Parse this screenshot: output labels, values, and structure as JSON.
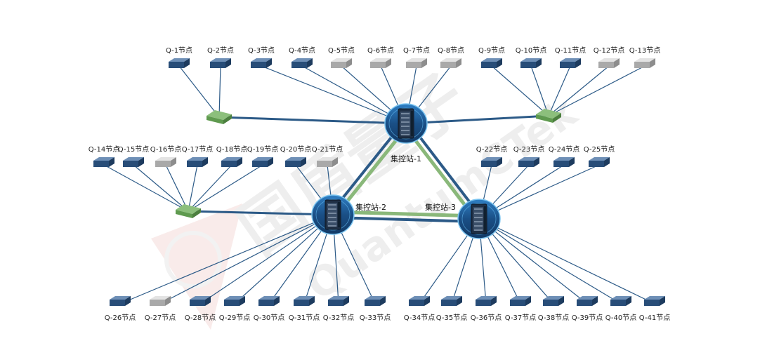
{
  "colors": {
    "blue_link": "#2c5a87",
    "green_link": "#8ab87a",
    "node_blue_top": "#6e8fb6",
    "node_blue_side": "#284d78",
    "node_gray_top": "#e3e3e3",
    "node_gray_side": "#a9a9a9",
    "switch_green": "#8cbf7c",
    "server_body": "#1f2f44",
    "server_glow": "#3fa3e6"
  },
  "stations": [
    {
      "id": "S1",
      "label": "集控站-1"
    },
    {
      "id": "S2",
      "label": "集控站-2"
    },
    {
      "id": "S3",
      "label": "集控站-3"
    }
  ],
  "switches": [
    {
      "id": "SW1"
    },
    {
      "id": "SW2"
    },
    {
      "id": "SW3"
    }
  ],
  "nodes": [
    {
      "label": "Q-1节点",
      "variant": "blue",
      "parent": "SW1"
    },
    {
      "label": "Q-2节点",
      "variant": "blue",
      "parent": "SW1"
    },
    {
      "label": "Q-3节点",
      "variant": "blue",
      "parent": "S1"
    },
    {
      "label": "Q-4节点",
      "variant": "blue",
      "parent": "S1"
    },
    {
      "label": "Q-5节点",
      "variant": "gray",
      "parent": "S1"
    },
    {
      "label": "Q-6节点",
      "variant": "gray",
      "parent": "S1"
    },
    {
      "label": "Q-7节点",
      "variant": "gray",
      "parent": "S1"
    },
    {
      "label": "Q-8节点",
      "variant": "gray",
      "parent": "S1"
    },
    {
      "label": "Q-9节点",
      "variant": "blue",
      "parent": "SW2"
    },
    {
      "label": "Q-10节点",
      "variant": "blue",
      "parent": "SW2"
    },
    {
      "label": "Q-11节点",
      "variant": "blue",
      "parent": "SW2"
    },
    {
      "label": "Q-12节点",
      "variant": "gray",
      "parent": "SW2"
    },
    {
      "label": "Q-13节点",
      "variant": "gray",
      "parent": "SW2"
    },
    {
      "label": "Q-14节点",
      "variant": "blue",
      "parent": "SW3"
    },
    {
      "label": "Q-15节点",
      "variant": "blue",
      "parent": "SW3"
    },
    {
      "label": "Q-16节点",
      "variant": "gray",
      "parent": "SW3"
    },
    {
      "label": "Q-17节点",
      "variant": "blue",
      "parent": "SW3"
    },
    {
      "label": "Q-18节点",
      "variant": "blue",
      "parent": "SW3"
    },
    {
      "label": "Q-19节点",
      "variant": "blue",
      "parent": "SW3"
    },
    {
      "label": "Q-20节点",
      "variant": "blue",
      "parent": "S2"
    },
    {
      "label": "Q-21节点",
      "variant": "gray",
      "parent": "S2"
    },
    {
      "label": "Q-22节点",
      "variant": "blue",
      "parent": "S3"
    },
    {
      "label": "Q-23节点",
      "variant": "blue",
      "parent": "S3"
    },
    {
      "label": "Q-24节点",
      "variant": "blue",
      "parent": "S3"
    },
    {
      "label": "Q-25节点",
      "variant": "blue",
      "parent": "S3"
    },
    {
      "label": "Q-26节点",
      "variant": "blue",
      "parent": "S2"
    },
    {
      "label": "Q-27节点",
      "variant": "gray",
      "parent": "S2"
    },
    {
      "label": "Q-28节点",
      "variant": "blue",
      "parent": "S2"
    },
    {
      "label": "Q-29节点",
      "variant": "blue",
      "parent": "S2"
    },
    {
      "label": "Q-30节点",
      "variant": "blue",
      "parent": "S2"
    },
    {
      "label": "Q-31节点",
      "variant": "blue",
      "parent": "S2"
    },
    {
      "label": "Q-32节点",
      "variant": "blue",
      "parent": "S2"
    },
    {
      "label": "Q-33节点",
      "variant": "blue",
      "parent": "S2"
    },
    {
      "label": "Q-34节点",
      "variant": "blue",
      "parent": "S3"
    },
    {
      "label": "Q-35节点",
      "variant": "blue",
      "parent": "S3"
    },
    {
      "label": "Q-36节点",
      "variant": "blue",
      "parent": "S3"
    },
    {
      "label": "Q-37节点",
      "variant": "blue",
      "parent": "S3"
    },
    {
      "label": "Q-38节点",
      "variant": "blue",
      "parent": "S3"
    },
    {
      "label": "Q-39节点",
      "variant": "blue",
      "parent": "S3"
    },
    {
      "label": "Q-40节点",
      "variant": "blue",
      "parent": "S3"
    },
    {
      "label": "Q-41节点",
      "variant": "blue",
      "parent": "S3"
    }
  ],
  "backbone_links": [
    {
      "from": "S1",
      "to": "S2"
    },
    {
      "from": "S1",
      "to": "S3"
    },
    {
      "from": "S2",
      "to": "S3"
    }
  ],
  "trunk_links": [
    {
      "from": "SW1",
      "to": "S1"
    },
    {
      "from": "S1",
      "to": "SW2"
    },
    {
      "from": "SW3",
      "to": "S2"
    }
  ],
  "watermark": {
    "cn": "国盾量子",
    "en": "QuantumCTek"
  }
}
